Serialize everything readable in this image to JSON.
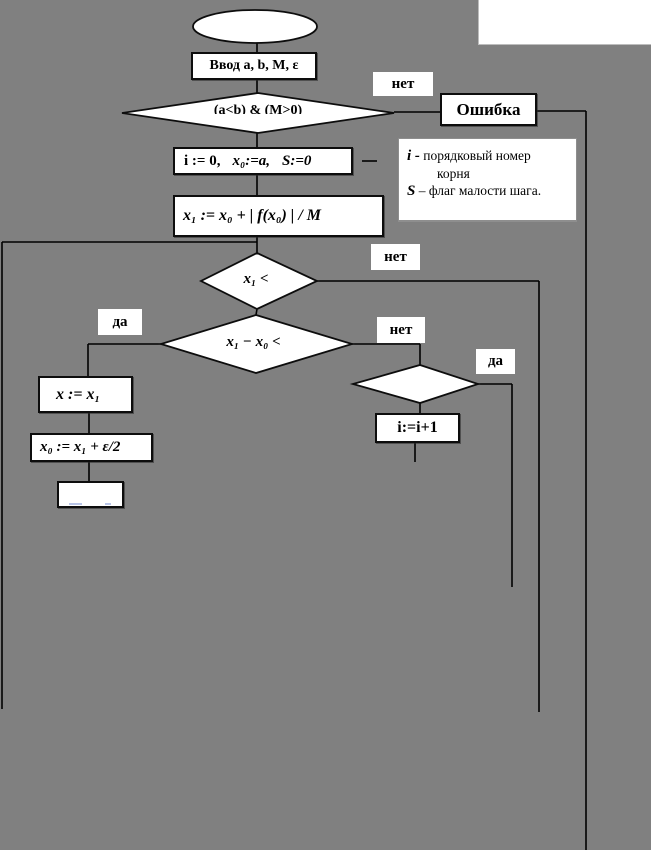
{
  "colors": {
    "background": "#808080",
    "line": "#000000",
    "box_fill": "#ffffff",
    "faint_text_remnant": "#b9c5e8"
  },
  "flowchart": {
    "start": {
      "label": ""
    },
    "input_step": {
      "label": "Ввод  a,  b, M,  ε"
    },
    "condition1": {
      "label": "(a<b) & (M>0)"
    },
    "error": {
      "label": "Ошибка"
    },
    "branch_labels": {
      "no1": "нет",
      "no2": "нет",
      "yes1": "да",
      "no3": "нет",
      "yes2": "да"
    },
    "init_step": {
      "p1": "i := 0,",
      "p2": "x₀:=a,",
      "p3": "S:=0"
    },
    "note": {
      "term1": "i -",
      "def1": "порядковый номер",
      "def1_cont": "корня",
      "term2": "S",
      "def2": "– флаг малости шага."
    },
    "compute_step": {
      "label": "x₁ := x₀ + | f(x₀) | / M"
    },
    "condition2": {
      "label": "x₁ <"
    },
    "condition3": {
      "label": "x₁ − x₀ <"
    },
    "condition4": {
      "label": ""
    },
    "assign_x": {
      "label": "x := x₁"
    },
    "assign_x0": {
      "label": "x₀ := x₁ + ε/2"
    },
    "output_step": {
      "label": ""
    },
    "increment_step": {
      "label": "i:=i+1"
    }
  }
}
